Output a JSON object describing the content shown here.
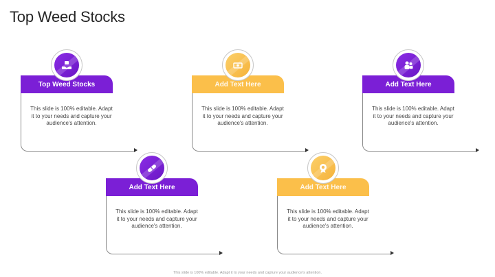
{
  "title": "Top Weed Stocks",
  "cards": [
    {
      "label": "Top Weed Stocks",
      "desc": "This slide is 100% editable. Adapt it to your needs and capture your audience's attention.",
      "icon": "hand-money-icon"
    },
    {
      "label": "Add Text Here",
      "desc": "This slide is 100% editable. Adapt it to your needs and capture your audience's attention.",
      "icon": "money-icon"
    },
    {
      "label": "Add Text Here",
      "desc": "This slide is 100% editable. Adapt it to your needs and capture your audience's attention.",
      "icon": "people-icon"
    },
    {
      "label": "Add Text Here",
      "desc": "This slide is 100% editable. Adapt it to your needs and capture your audience's attention.",
      "icon": "pill-icon"
    },
    {
      "label": "Add Text Here",
      "desc": "This slide is 100% editable. Adapt it to your needs and capture your audience's attention.",
      "icon": "badge-icon"
    }
  ],
  "footer": "This slide is 100% editable. Adapt it to your needs and capture your audience's attention.",
  "colors": {
    "purple": "#7b1fd6",
    "yellow": "#fbbf4a"
  }
}
